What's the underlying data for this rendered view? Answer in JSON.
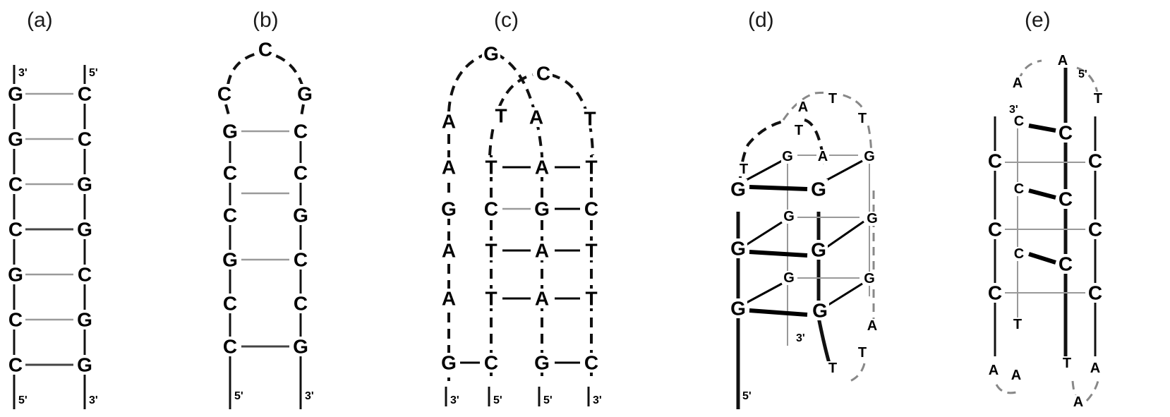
{
  "panels": {
    "a": {
      "label": "(a)",
      "left_strand": [
        "G",
        "G",
        "C",
        "C",
        "G",
        "C",
        "C"
      ],
      "right_strand": [
        "C",
        "C",
        "G",
        "G",
        "C",
        "G",
        "G"
      ],
      "top_left_end": "3'",
      "top_right_end": "5'",
      "bottom_left_end": "5'",
      "bottom_right_end": "3'"
    },
    "b": {
      "label": "(b)",
      "loop": [
        "C",
        "C",
        "G"
      ],
      "left_strand": [
        "G",
        "C",
        "C",
        "G",
        "C",
        "C"
      ],
      "right_strand": [
        "C",
        "C",
        "G",
        "C",
        "C",
        "G"
      ],
      "bottom_left_end": "5'",
      "bottom_right_end": "3'"
    },
    "c": {
      "label": "(c)",
      "top": [
        "G",
        "C"
      ],
      "loop_row": [
        "A",
        "T",
        "A",
        "T"
      ],
      "col1": [
        "A",
        "G",
        "A",
        "A",
        "G"
      ],
      "col2": [
        "T",
        "C",
        "T",
        "T",
        "C"
      ],
      "col3": [
        "A",
        "G",
        "A",
        "A",
        "G"
      ],
      "col4": [
        "T",
        "C",
        "T",
        "T",
        "C"
      ],
      "bottom_ends": [
        "3'",
        "5'",
        "5'",
        "3'"
      ]
    },
    "d": {
      "label": "(d)",
      "loop_top": [
        "T",
        "A",
        "T",
        "T",
        "T"
      ],
      "front_left": [
        "G",
        "G",
        "G"
      ],
      "front_right": [
        "G",
        "G",
        "G"
      ],
      "back_left": [
        "G",
        "G",
        "G"
      ],
      "back_right": [
        "A",
        "G",
        "G",
        "G"
      ],
      "lower_loop": [
        "A",
        "T",
        "T"
      ],
      "end_inner": "3'",
      "end_outer": "5'"
    },
    "e": {
      "label": "(e)",
      "top_loop": [
        "A",
        "A",
        "T"
      ],
      "top_end": "5'",
      "inner_end": "3'",
      "left_col": [
        "C",
        "C",
        "C"
      ],
      "middle_small": [
        "C",
        "C",
        "C"
      ],
      "middle_big": [
        "C",
        "C",
        "C"
      ],
      "right_col": [
        "C",
        "C",
        "C"
      ],
      "bottom": [
        "T",
        "A",
        "A",
        "T",
        "A",
        "A"
      ]
    }
  }
}
